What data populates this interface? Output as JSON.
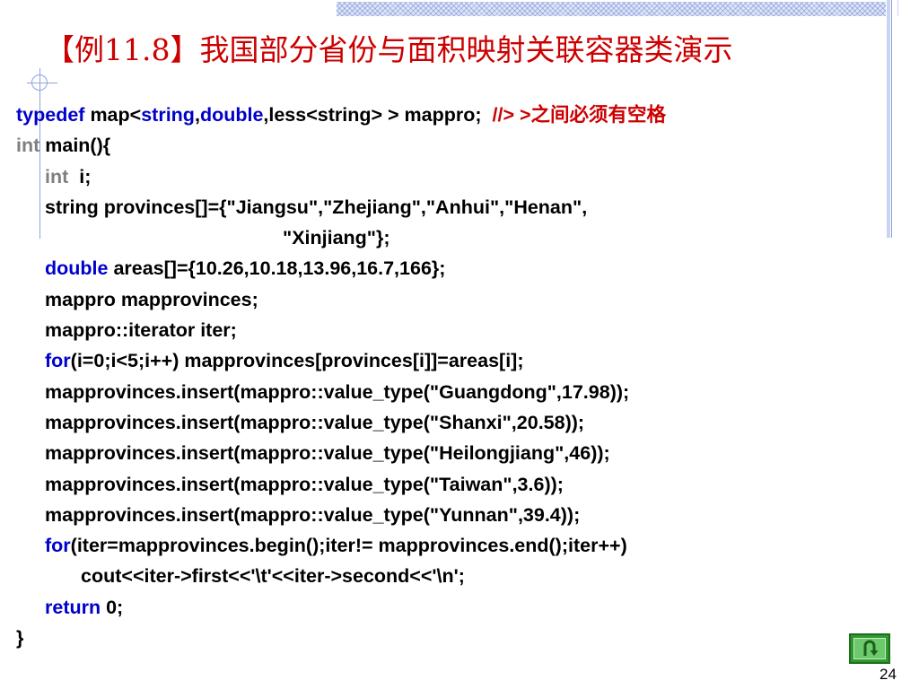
{
  "slide": {
    "title": "【例11.8】我国部分省份与面积映射关联容器类演示",
    "page_number": "24"
  },
  "code": {
    "l1": {
      "kw1": "typedef",
      "t1": " map<",
      "kw2": "string",
      "t2": ",",
      "kw3": "double",
      "t3": ",less<string> > mappro;  ",
      "comment": "//> >之间必须有空格"
    },
    "l2": {
      "kw": "int",
      "rest": " main(){"
    },
    "l3": {
      "kw": "int",
      "rest": "  i;"
    },
    "l4": "string provinces[]={\"Jiangsu\",\"Zhejiang\",\"Anhui\",\"Henan\",",
    "l5": "\"Xinjiang\"};",
    "l6": {
      "kw": "double",
      "rest": " areas[]={10.26,10.18,13.96,16.7,166};"
    },
    "l7": "mappro mapprovinces;",
    "l8": "mappro::iterator iter;",
    "l9": {
      "kw": "for",
      "rest": "(i=0;i<5;i++) mapprovinces[provinces[i]]=areas[i];"
    },
    "l10": "mapprovinces.insert(mappro::value_type(\"Guangdong\",17.98));",
    "l11": "mapprovinces.insert(mappro::value_type(\"Shanxi\",20.58));",
    "l12": "mapprovinces.insert(mappro::value_type(\"Heilongjiang\",46));",
    "l13": "mapprovinces.insert(mappro::value_type(\"Taiwan\",3.6));",
    "l14": "mapprovinces.insert(mappro::value_type(\"Yunnan\",39.4));",
    "l15": {
      "kw": "for",
      "rest": "(iter=mapprovinces.begin();iter!= mapprovinces.end();iter++)"
    },
    "l16": "cout<<iter->first<<'\\t'<<iter->second<<'\\n';",
    "l17": {
      "kw": "return",
      "rest": " 0;"
    },
    "l18": "}"
  },
  "icons": {
    "home": "u-turn-back-arrow-icon"
  },
  "colors": {
    "title": "#cc0000",
    "keyword": "#0000cc",
    "keyword_int": "#7f7f7f",
    "comment": "#cc0000",
    "home_button": "#2e9a2e"
  }
}
